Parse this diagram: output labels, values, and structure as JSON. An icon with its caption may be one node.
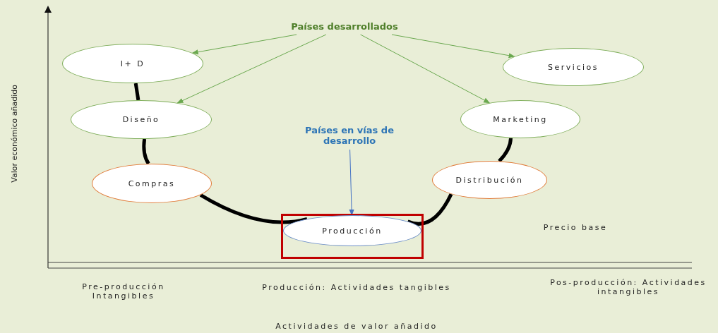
{
  "diagram": {
    "nodes": [
      {
        "text": [
          "Países desarrollados"
        ]
      },
      {
        "text": [
          "I+ D"
        ]
      },
      {
        "text": [
          "Servicios"
        ]
      },
      {
        "text": [
          "Diseño"
        ]
      },
      {
        "text": [
          "Marketing"
        ]
      },
      {
        "text": [
          "Países en vías de desarrollo"
        ]
      },
      {
        "text": [
          "Compras"
        ]
      },
      {
        "text": [
          "Distribución"
        ]
      },
      {
        "text": [],
        "shape": "box"
      },
      {
        "text": [
          "Producción"
        ],
        "in": 8
      }
    ],
    "edges": [
      {
        "from": 0,
        "to": 1,
        "arrow": "to",
        "color": "#6aa84f"
      },
      {
        "from": 0,
        "to": 3,
        "arrow": "to",
        "color": "#6aa84f"
      },
      {
        "from": 0,
        "to": 4,
        "arrow": "to",
        "color": "#6aa84f"
      },
      {
        "from": 0,
        "to": 2,
        "arrow": "to",
        "color": "#6aa84f"
      },
      {
        "from": 5,
        "to": 9,
        "arrow": "to",
        "color": "#4472c4"
      },
      {
        "from": 1,
        "to": 3,
        "arrow": "none",
        "style": "thick"
      },
      {
        "from": 3,
        "to": 6,
        "arrow": "none",
        "style": "thick"
      },
      {
        "from": 6,
        "to": 9,
        "arrow": "none",
        "style": "thick"
      },
      {
        "from": 9,
        "to": 7,
        "arrow": "none",
        "style": "thick"
      },
      {
        "from": 7,
        "to": 4,
        "arrow": "none",
        "style": "thick"
      }
    ],
    "labels": [
      "Valor económico añadido",
      "Precio base",
      "Pre-producción Intangibles",
      "Producción: Actividades tangibles",
      "Pos-producción: Actividades intangibles",
      "Actividades de valor añadido"
    ]
  }
}
